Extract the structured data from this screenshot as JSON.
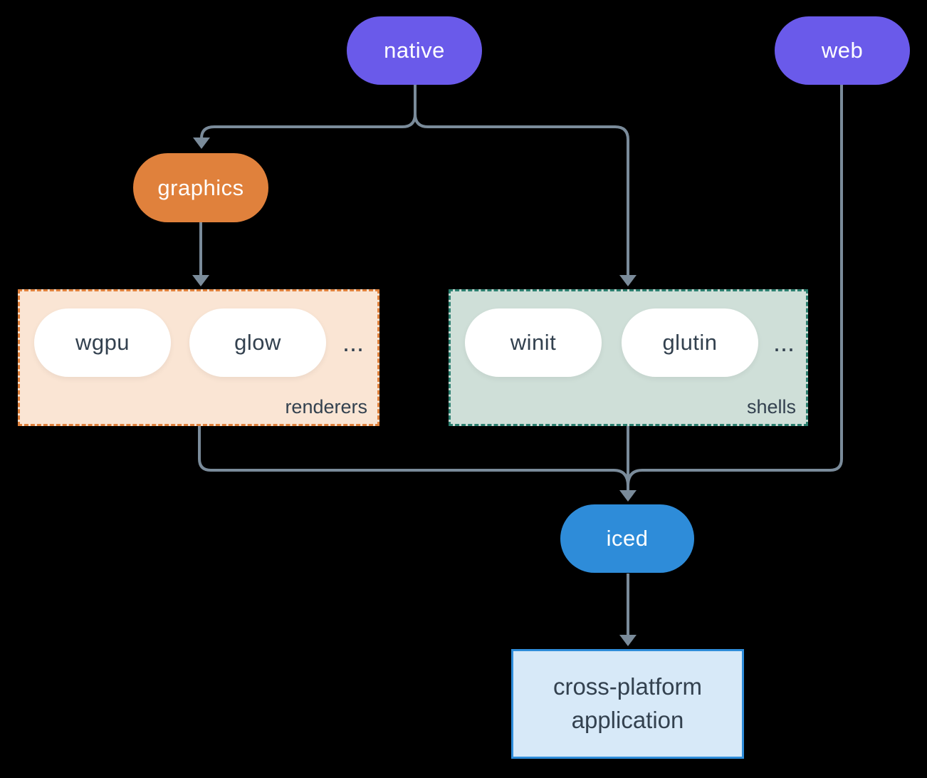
{
  "colors": {
    "background": "#000000",
    "purple": "#6A5AEA",
    "orange": "#E0813C",
    "blue": "#2E8CD9",
    "line": "#7A8B9A",
    "dark_text": "#33414F",
    "white": "#FFFFFF",
    "renderers_fill": "#FAE5D4",
    "renderers_border": "#E0813C",
    "shells_fill": "#CFDFD8",
    "shells_border": "#2B7F6F",
    "app_fill": "#D7E9F8",
    "app_border": "#2E8CD9"
  },
  "nodes": {
    "native": "native",
    "web": "web",
    "graphics": "graphics",
    "iced": "iced"
  },
  "groups": {
    "renderers": {
      "label": "renderers",
      "items": [
        "wgpu",
        "glow"
      ],
      "more": "..."
    },
    "shells": {
      "label": "shells",
      "items": [
        "winit",
        "glutin"
      ],
      "more": "..."
    }
  },
  "app": {
    "line1": "cross-platform",
    "line2": "application"
  }
}
